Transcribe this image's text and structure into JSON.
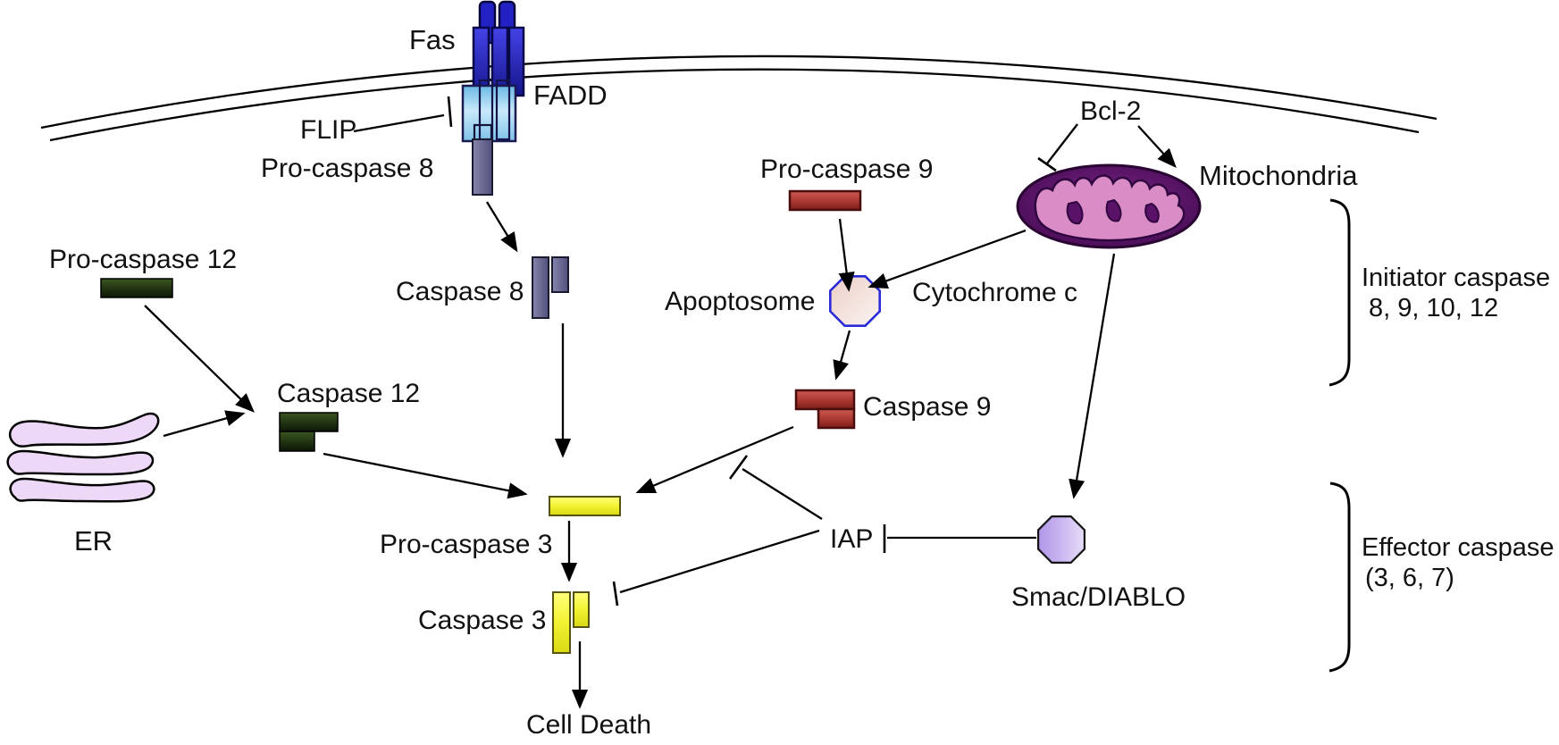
{
  "labels": {
    "fas": "Fas",
    "fadd": "FADD",
    "flip": "FLIP",
    "pro_caspase_8": "Pro-caspase 8",
    "caspase_8": "Caspase 8",
    "pro_caspase_12": "Pro-caspase 12",
    "caspase_12": "Caspase 12",
    "er": "ER",
    "pro_caspase_3": "Pro-caspase 3",
    "caspase_3": "Caspase 3",
    "cell_death": "Cell Death",
    "pro_caspase_9": "Pro-caspase 9",
    "apoptosome": "Apoptosome",
    "cytochrome_c": "Cytochrome c",
    "caspase_9": "Caspase 9",
    "iap": "IAP",
    "smac_diablo": "Smac/DIABLO",
    "bcl_2": "Bcl-2",
    "mitochondria": "Mitochondria",
    "initiator_line1": "Initiator caspase",
    "initiator_line2": "8, 9, 10, 12",
    "effector_line1": "Effector caspase",
    "effector_line2": "(3, 6, 7)"
  },
  "colors": {
    "background": "#ffffff",
    "membrane_line": "#1b1b1b",
    "fas_receptor_blue": "#2b2bd6",
    "fadd_light_blue": "#8cc8ee",
    "caspase8_slate": "#5d5d90",
    "caspase12_dark_green": "#203315",
    "caspase3_yellow": "#eded2e",
    "caspase9_brick_red": "#a93c3c",
    "apoptosome_border_blue": "#2a2ad8",
    "apoptosome_fill_pink": "#f3dad2",
    "smac_purple": "#c4aaee",
    "mitochondria_outer_purple": "#45094f",
    "mitochondria_inner_pink": "#d98cc5",
    "er_lavender": "#eed8f8",
    "line_black": "#000000"
  },
  "edges": [
    {
      "from": "Fas/FADD",
      "to": "Pro-caspase 8",
      "type": "complex"
    },
    {
      "from": "FLIP",
      "to": "FADD / Pro-caspase 8",
      "type": "inhibits"
    },
    {
      "from": "Pro-caspase 8",
      "to": "Caspase 8",
      "type": "activates"
    },
    {
      "from": "Caspase 8",
      "to": "Pro-caspase 3",
      "type": "activates"
    },
    {
      "from": "Pro-caspase 12",
      "to": "Caspase 12",
      "type": "activates"
    },
    {
      "from": "ER",
      "to": "Caspase 12",
      "type": "activates"
    },
    {
      "from": "Caspase 12",
      "to": "Pro-caspase 3",
      "type": "activates"
    },
    {
      "from": "Pro-caspase 9",
      "to": "Apoptosome",
      "type": "activates"
    },
    {
      "from": "Mitochondria",
      "to": "Apoptosome",
      "type": "releases Cytochrome c"
    },
    {
      "from": "Apoptosome",
      "to": "Caspase 9",
      "type": "activates"
    },
    {
      "from": "Caspase 9",
      "to": "Pro-caspase 3",
      "type": "activates"
    },
    {
      "from": "Pro-caspase 3",
      "to": "Caspase 3",
      "type": "activates"
    },
    {
      "from": "Caspase 3",
      "to": "Cell Death",
      "type": "activates"
    },
    {
      "from": "Bcl-2",
      "to": "Mitochondria",
      "type": "inhibits"
    },
    {
      "from": "Bcl-2",
      "to": "Mitochondria",
      "type": "acts-on"
    },
    {
      "from": "Mitochondria",
      "to": "Smac/DIABLO",
      "type": "releases"
    },
    {
      "from": "Smac/DIABLO",
      "to": "IAP",
      "type": "inhibits"
    },
    {
      "from": "IAP",
      "to": "Caspase 9 activation of Pro-caspase 3",
      "type": "inhibits"
    },
    {
      "from": "IAP",
      "to": "Caspase 3",
      "type": "inhibits"
    }
  ]
}
